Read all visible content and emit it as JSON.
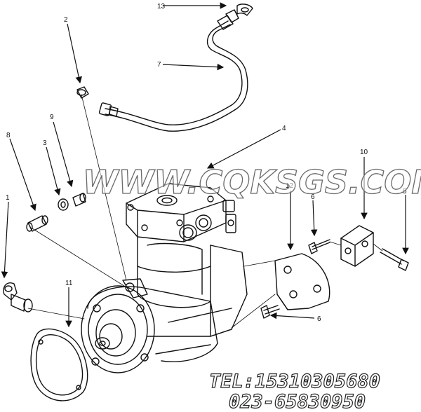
{
  "callouts": {
    "n1": "1",
    "n2": "2",
    "n3": "3",
    "n4": "4",
    "n5": "5",
    "n6a": "6",
    "n6b": "6",
    "n7": "7",
    "n8": "8",
    "n9": "9",
    "n10": "10",
    "n11": "11",
    "n12": "12",
    "n13": "13"
  },
  "watermark": {
    "text": "WWW.CQKSGS.COM",
    "phone": "TEL:15310305680",
    "fax": "023-65830950"
  },
  "colors": {
    "line": "#111111",
    "watermark_fill": "#ffffff",
    "watermark_stroke": "#6a6a6a",
    "contact_fill": "#ffffff",
    "contact_stroke": "#222222"
  }
}
